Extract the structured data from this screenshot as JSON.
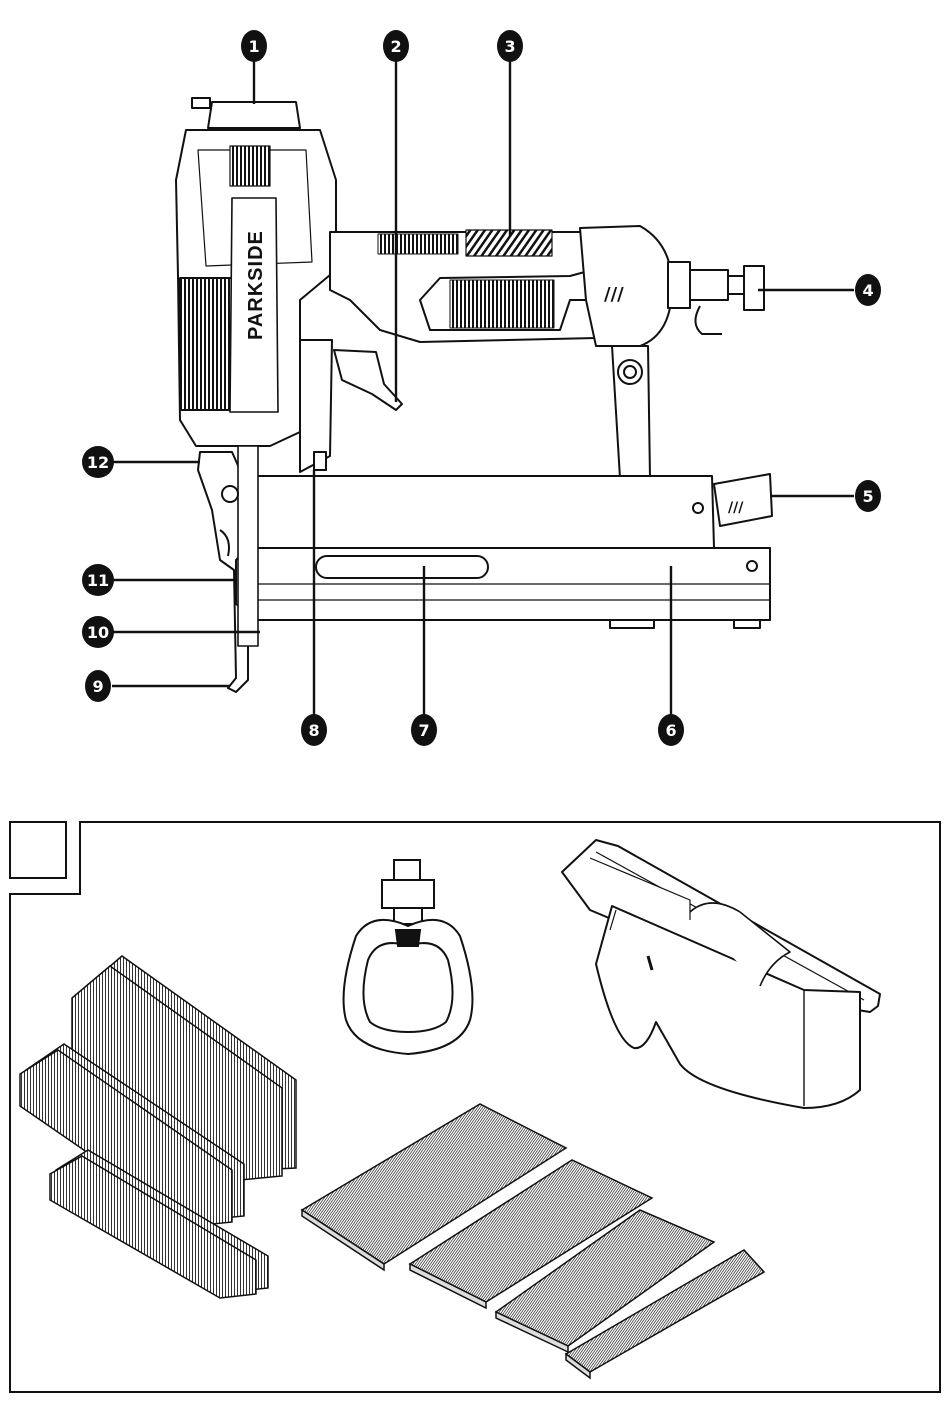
{
  "figure_label": "",
  "brand_text": "PARKSIDE",
  "colors": {
    "ink": "#111111",
    "paper": "#ffffff",
    "mid": "#555555"
  },
  "callouts": [
    {
      "id": "1",
      "text": "1"
    },
    {
      "id": "2",
      "text": "2"
    },
    {
      "id": "3",
      "text": "3"
    },
    {
      "id": "4",
      "text": "4"
    },
    {
      "id": "5",
      "text": "5"
    },
    {
      "id": "6",
      "text": "6"
    },
    {
      "id": "7",
      "text": "7"
    },
    {
      "id": "8",
      "text": "8"
    },
    {
      "id": "9",
      "text": "9"
    },
    {
      "id": "10",
      "text": "10"
    },
    {
      "id": "11",
      "text": "11"
    },
    {
      "id": "12",
      "text": "12"
    }
  ]
}
